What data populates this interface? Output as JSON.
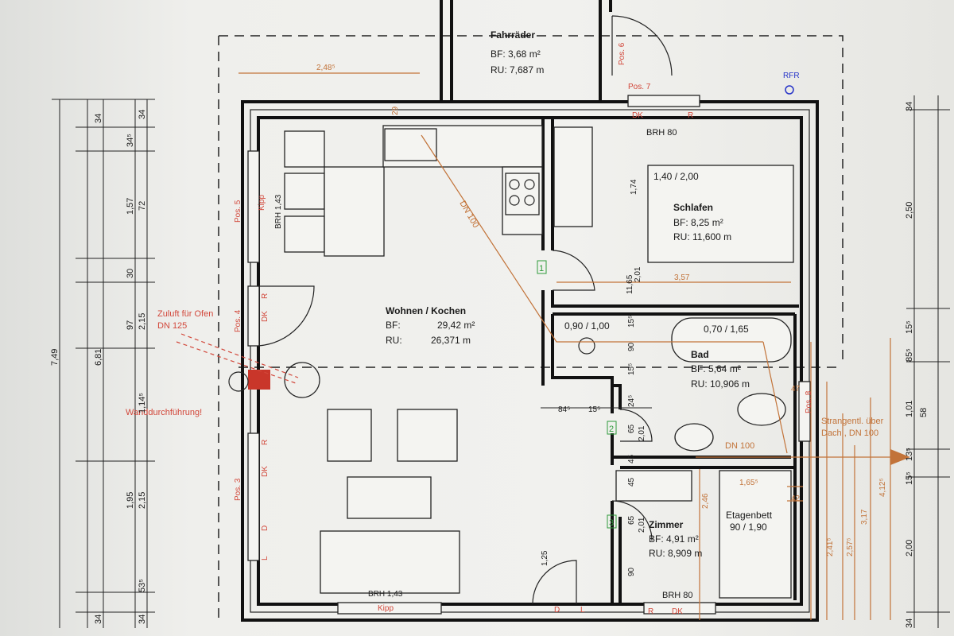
{
  "rooms": {
    "fahrraeder": {
      "name": "Fahrräder",
      "bf": "BF:   3,68 m²",
      "ru": "RU: 7,687 m"
    },
    "wohnen": {
      "name": "Wohnen / Kochen",
      "bf_label": "BF:",
      "bf_value": "29,42 m²",
      "ru_label": "RU:",
      "ru_value": "26,371 m"
    },
    "schlafen": {
      "name": "Schlafen",
      "bf": "BF:    8,25 m²",
      "ru": "RU: 11,600 m",
      "bed": "1,40 / 2,00"
    },
    "bad": {
      "name": "Bad",
      "bf": "BF:     5,64 m²",
      "ru": "RU: 10,906 m",
      "shower": "0,90 / 1,00",
      "tub": "0,70 / 1,65"
    },
    "zimmer": {
      "name": "Zimmer",
      "bf": "BF:   4,91 m²",
      "ru": "RU: 8,909 m",
      "bed": "Etagenbett",
      "bed_size": "90 / 1,90"
    }
  },
  "annotations": {
    "zuluft": "Zuluft für Ofen",
    "zuluft_dn": "DN 125",
    "wanddurchfuehrung": "Wanddurchführung!",
    "dn100_diag": "DN 100",
    "dn100": "DN 100",
    "strang1": "Strangentl. über",
    "strang2": "Dach , DN 100",
    "rfr": "RFR"
  },
  "windows": {
    "pos3": "Pos. 3",
    "pos4": "Pos. 4",
    "pos5": "Pos. 5",
    "pos6": "Pos. 6",
    "pos7": "Pos. 7",
    "pos8": "Pos. 8",
    "kipp": "Kipp",
    "dk": "DK",
    "r": "R",
    "d": "D",
    "l": "L",
    "brh80": "BRH 80",
    "brh143": "BRH 1,43"
  },
  "doors": [
    "1",
    "2",
    "3"
  ],
  "dims_left": [
    "7,49",
    "6,81",
    "34",
    "34⁵",
    "34",
    "1,57",
    "72",
    "30",
    "97",
    "2,15",
    "1,14⁵",
    "1,95",
    "2,15",
    "53⁵",
    "34",
    "34"
  ],
  "dims_right": [
    "34",
    "2,50",
    "15⁵",
    "85⁵",
    "1,01",
    "58",
    "13⁵",
    "15⁵",
    "2,00",
    "34"
  ],
  "dims_inner": [
    "2,48⁵",
    "1,74",
    "2,01",
    "11,65",
    "3,57",
    "84⁵",
    "15⁵",
    "24⁵",
    "65",
    "2,01",
    "45",
    "65",
    "2,01",
    "90",
    "1,25",
    "1,65⁵",
    "42",
    "2,46",
    "2,41⁵",
    "2,57⁵",
    "3,17",
    "4,12⁵",
    "45",
    "29",
    "15⁵",
    "90",
    "15⁵",
    "47"
  ]
}
